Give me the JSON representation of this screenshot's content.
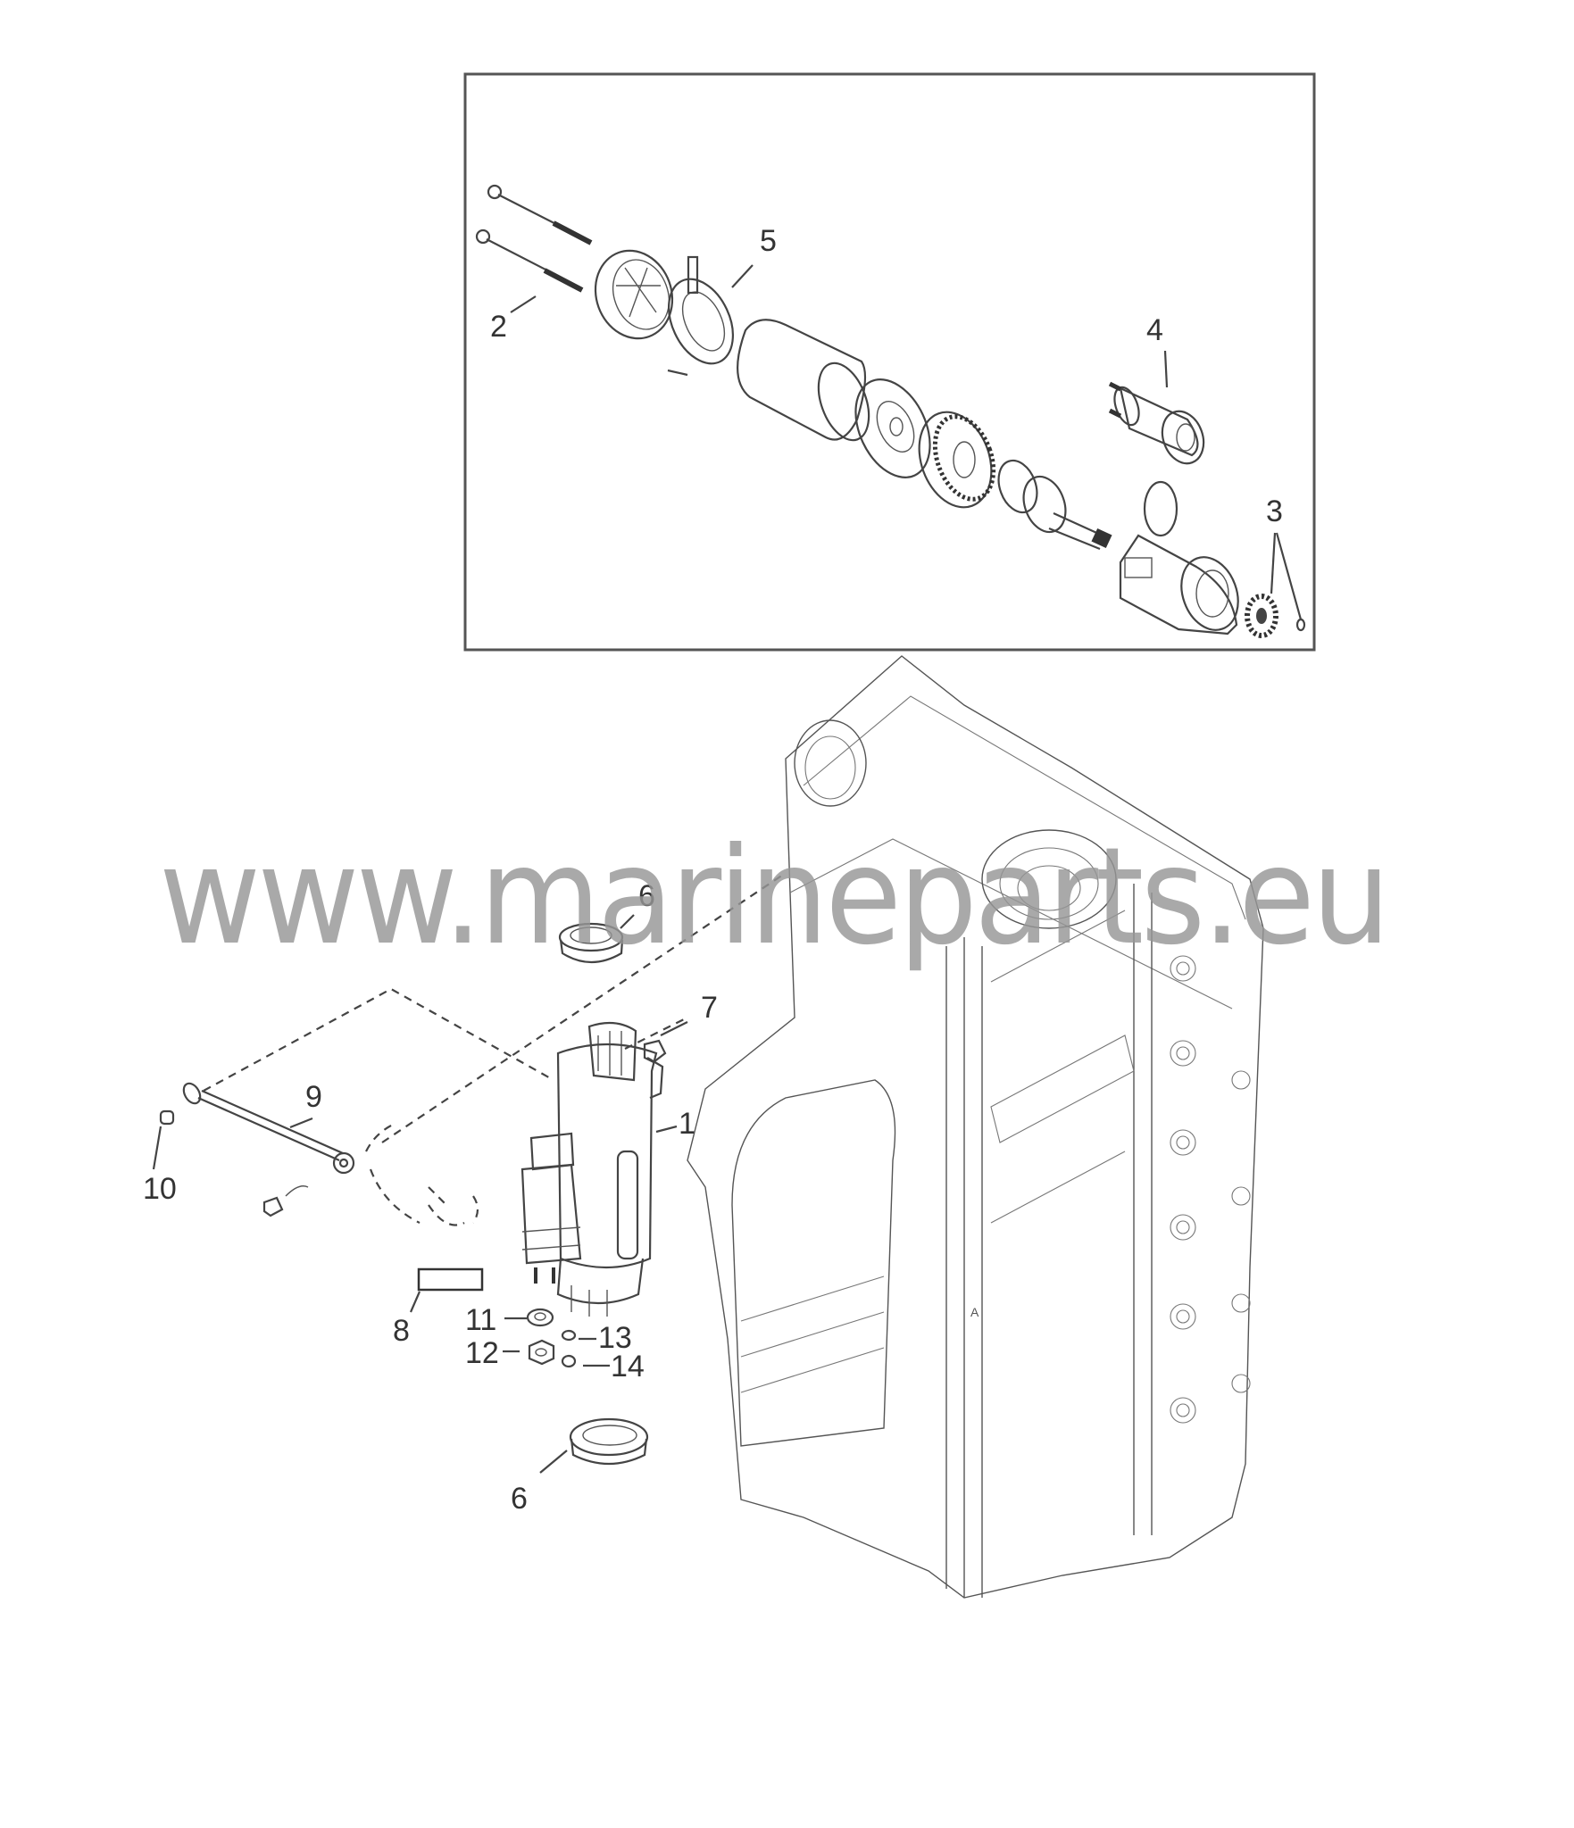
{
  "diagram": {
    "type": "exploded parts diagram",
    "subject": "Starter motor assembly on engine block",
    "watermark": "www.marineparts.eu",
    "colors": {
      "line": "#444444",
      "callout_text": "#333333",
      "watermark": "#969696",
      "background": "#ffffff"
    },
    "inset_box": {
      "description": "Exploded view of starter motor",
      "callouts": [
        {
          "id": "2",
          "label": "2",
          "part": "through bolts"
        },
        {
          "id": "5",
          "label": "5",
          "part": "end cap / brush holder"
        },
        {
          "id": "4",
          "label": "4",
          "part": "solenoid"
        },
        {
          "id": "3",
          "label": "3",
          "part": "pinion gear and clip"
        }
      ]
    },
    "main_view": {
      "callouts": [
        {
          "id": "6a",
          "label": "6",
          "part": "grommet (upper)"
        },
        {
          "id": "7",
          "label": "7",
          "part": "bolt"
        },
        {
          "id": "1",
          "label": "1",
          "part": "starter motor"
        },
        {
          "id": "9",
          "label": "9",
          "part": "battery cable"
        },
        {
          "id": "10",
          "label": "10",
          "part": "screw"
        },
        {
          "id": "8",
          "label": "8",
          "part": "decal"
        },
        {
          "id": "11",
          "label": "11",
          "part": "washer"
        },
        {
          "id": "12",
          "label": "12",
          "part": "nut"
        },
        {
          "id": "13",
          "label": "13",
          "part": "washer"
        },
        {
          "id": "14",
          "label": "14",
          "part": "nut"
        },
        {
          "id": "6b",
          "label": "6",
          "part": "grommet (lower)"
        }
      ],
      "engine_marker": "A"
    }
  }
}
